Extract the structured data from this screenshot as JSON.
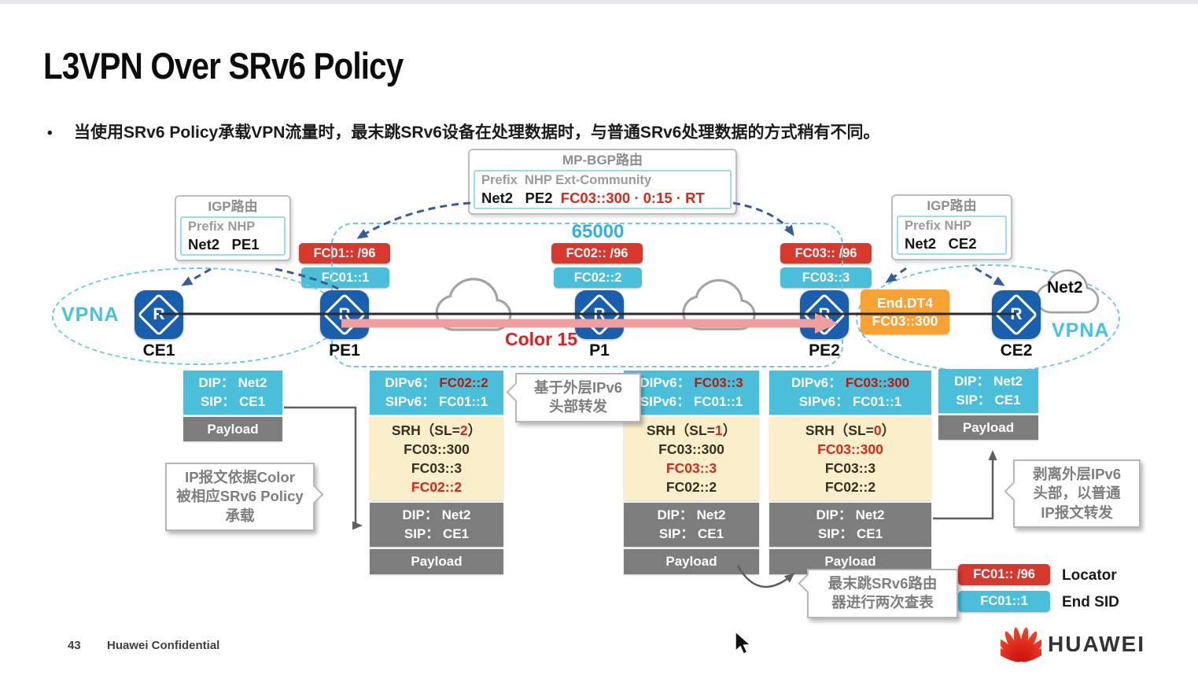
{
  "slide": {
    "title": "L3VPN Over SRv6 Policy",
    "bullet_marker": "•",
    "bullet": "当使用SRv6 Policy承载VPN流量时，最末跳SRv6设备在处理数据时，与普通SRv6处理数据的方式稍有不同。",
    "page_number": "43",
    "classification": "Huawei Confidential",
    "brand": "HUAWEI"
  },
  "diagram": {
    "as_number": "65000",
    "path_label": "Color 15",
    "vpn_left": "VPNA",
    "vpn_right": "VPNA",
    "net_cloud": "Net2",
    "routers": [
      "CE1",
      "PE1",
      "P1",
      "PE2",
      "CE2"
    ],
    "locators": [
      {
        "locator": "FC01:: /96",
        "sid": "FC01::1"
      },
      {
        "locator": "FC02:: /96",
        "sid": "FC02::2"
      },
      {
        "locator": "FC03:: /96",
        "sid": "FC03::3"
      }
    ],
    "igp_left": {
      "title": "IGP路由",
      "header": "Prefix NHP",
      "row": "Net2   PE1"
    },
    "igp_right": {
      "title": "IGP路由",
      "header": "Prefix NHP",
      "row": "Net2   CE2"
    },
    "mp_bgp": {
      "title": "MP-BGP路由",
      "header": "Prefix  NHP Ext-Community",
      "row_prefix": "Net2   PE2  ",
      "row_ext": "FC03::300 · 0:15 · RT"
    },
    "end_dt4": {
      "line1": "End.DT4",
      "line2": "FC03::300"
    },
    "packets": {
      "ce1": {
        "dip_label": "DIP：",
        "dip": "Net2",
        "sip_label": "SIP：",
        "sip": "CE1",
        "payload": "Payload"
      },
      "pe1": {
        "dip_label": "DIPv6：",
        "dip": "FC02::2",
        "sip_label": "SIPv6：",
        "sip": "FC01::1",
        "srh_prefix": "SRH（SL=",
        "sl": "2",
        "srh_suffix": "）",
        "sid1": "FC03::300",
        "sid2": "FC03::3",
        "sid3": "FC02::2",
        "inner_dip_label": "DIP：",
        "inner_dip": "Net2",
        "inner_sip_label": "SIP：",
        "inner_sip": "CE1",
        "payload": "Payload"
      },
      "p1": {
        "dip_label": "DIPv6：",
        "dip": "FC03::3",
        "sip_label": "SIPv6：",
        "sip": "FC01::1",
        "srh_prefix": "SRH（SL=",
        "sl": "1",
        "srh_suffix": "）",
        "sid1": "FC03::300",
        "sid2": "FC03::3",
        "sid3": "FC02::2",
        "inner_dip_label": "DIP：",
        "inner_dip": "Net2",
        "inner_sip_label": "SIP：",
        "inner_sip": "CE1",
        "payload": "Payload"
      },
      "pe2": {
        "dip_label": "DIPv6：",
        "dip": "FC03::300",
        "sip_label": "SIPv6：",
        "sip": "FC01::1",
        "srh_prefix": "SRH（SL=",
        "sl": "0",
        "srh_suffix": "）",
        "sid1": "FC03::300",
        "sid2": "FC03::3",
        "sid3": "FC02::2",
        "inner_dip_label": "DIP：",
        "inner_dip": "Net2",
        "inner_sip_label": "SIP：",
        "inner_sip": "CE1",
        "payload": "Payload"
      },
      "ce2": {
        "dip_label": "DIP：",
        "dip": "Net2",
        "sip_label": "SIP：",
        "sip": "CE1",
        "payload": "Payload"
      }
    },
    "callouts": {
      "policy": {
        "l1": "IP报文依据Color",
        "l2": "被相应SRv6 Policy",
        "l3": "承载"
      },
      "forward": {
        "l1": "基于外层IPv6",
        "l2": "头部转发"
      },
      "strip": {
        "l1": "剥离外层IPv6",
        "l2": "头部，以普通",
        "l3": "IP报文转发"
      },
      "lookup": {
        "l1": "最末跳SRv6路由",
        "l2": "器进行两次查表"
      }
    },
    "legend": {
      "locator": {
        "badge": "FC01:: /96",
        "label": "Locator"
      },
      "end_sid": {
        "badge": "FC01::1",
        "label": "End SID"
      }
    }
  }
}
